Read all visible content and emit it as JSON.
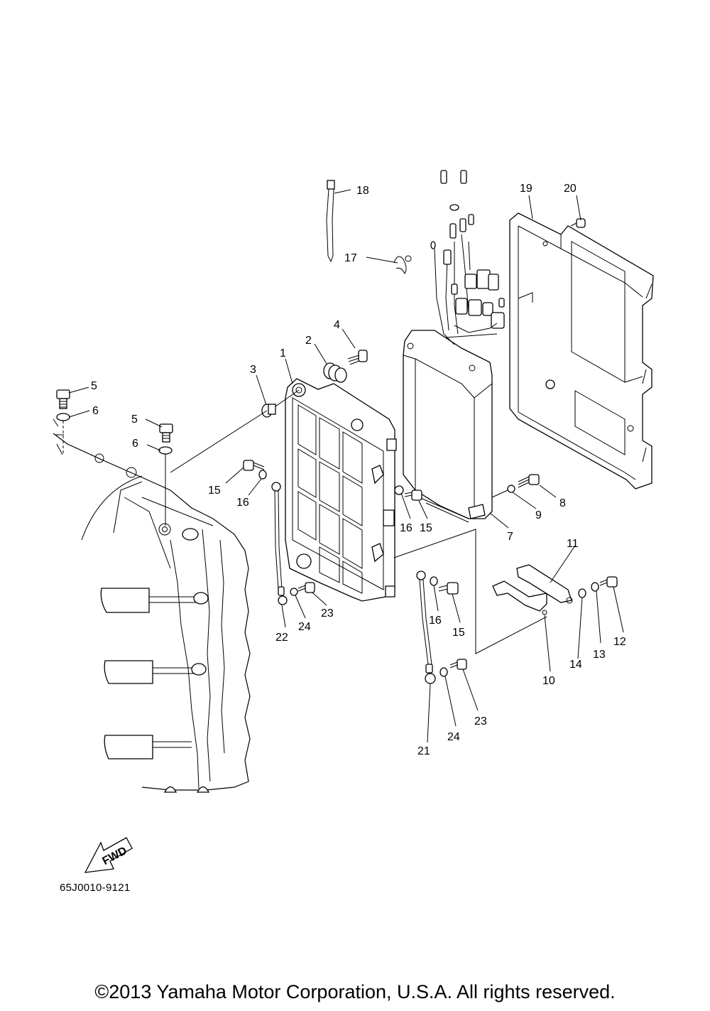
{
  "diagram": {
    "drawing_code": "65J0010-9121",
    "fwd_label": "FWD",
    "copyright": "©2013 Yamaha Motor Corporation, U.S.A. All rights reserved.",
    "callouts": {
      "c1": "1",
      "c2": "2",
      "c3": "3",
      "c4": "4",
      "c5a": "5",
      "c5b": "5",
      "c6a": "6",
      "c6b": "6",
      "c7": "7",
      "c8": "8",
      "c9": "9",
      "c10": "10",
      "c11": "11",
      "c12": "12",
      "c13": "13",
      "c14": "14",
      "c15a": "15",
      "c15b": "15",
      "c15c": "15",
      "c16a": "16",
      "c16b": "16",
      "c16c": "16",
      "c17": "17",
      "c18": "18",
      "c19": "19",
      "c20": "20",
      "c21": "21",
      "c22": "22",
      "c23a": "23",
      "c23b": "23",
      "c24a": "24",
      "c24b": "24"
    }
  }
}
